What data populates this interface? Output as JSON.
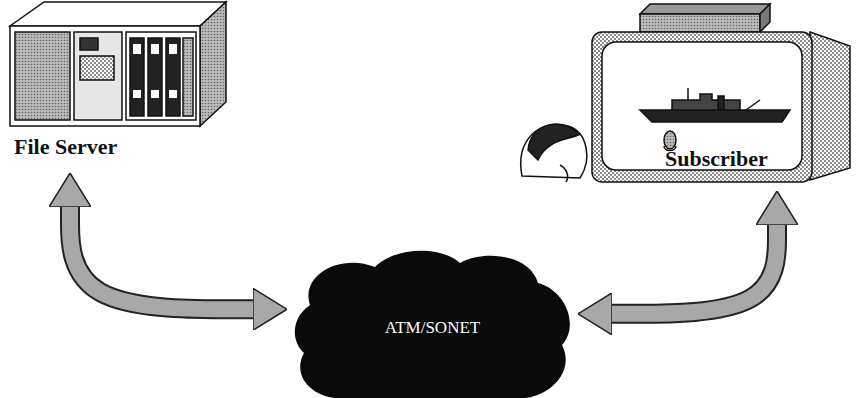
{
  "diagram": {
    "nodes": [
      {
        "text": [
          "File Server"
        ]
      },
      {
        "text": [
          "Subscriber"
        ]
      },
      {
        "text": [
          "ATM/SONET"
        ]
      }
    ],
    "edges": [
      {
        "from": 0,
        "to": 2,
        "arrow": "both"
      },
      {
        "from": 2,
        "to": 1,
        "arrow": "both"
      }
    ]
  }
}
